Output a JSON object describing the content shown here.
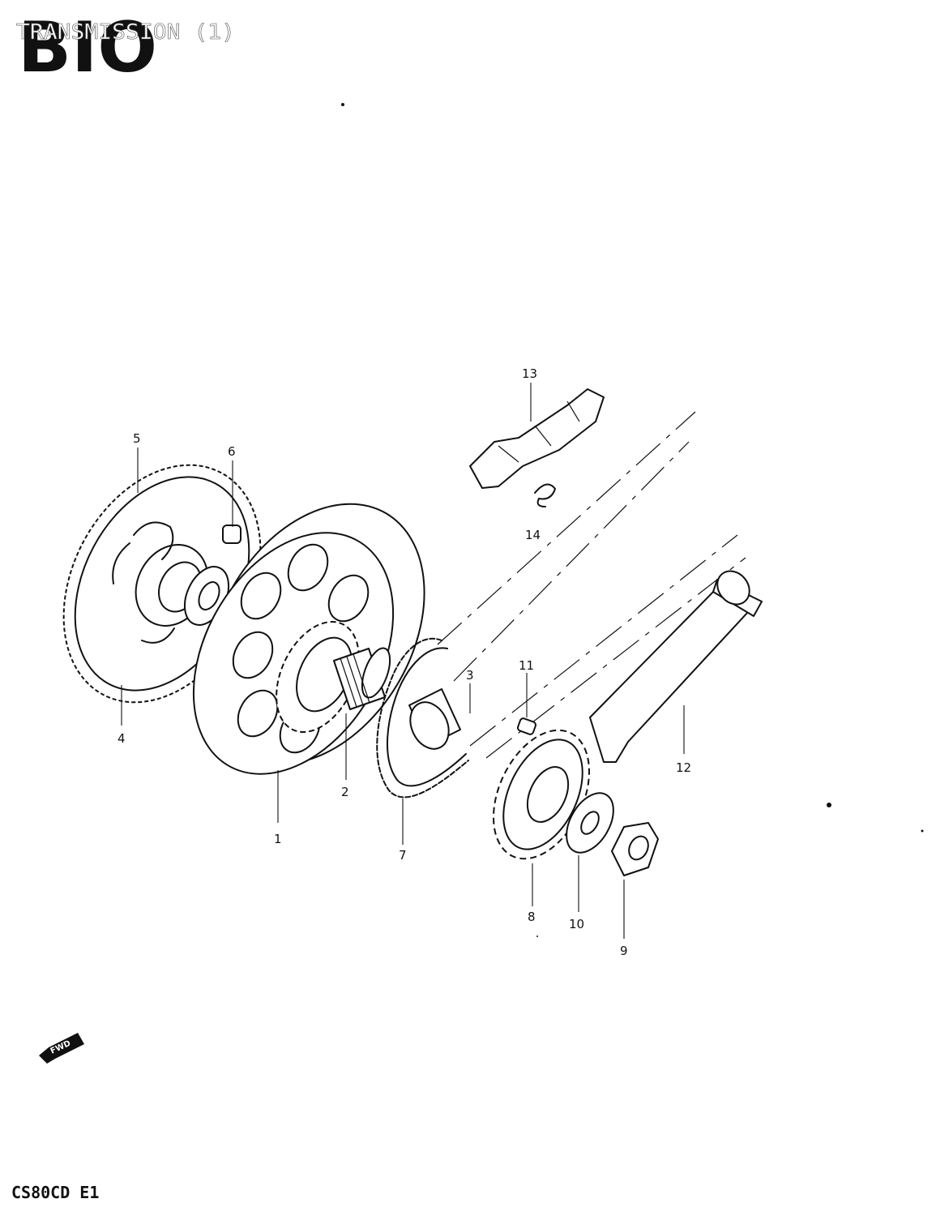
{
  "header": {
    "logo": "BIO",
    "title": "TRANSMISSION (1)"
  },
  "diagram": {
    "callouts": [
      {
        "id": "c1",
        "label": "1"
      },
      {
        "id": "c2",
        "label": "2"
      },
      {
        "id": "c3",
        "label": "3"
      },
      {
        "id": "c4",
        "label": "4"
      },
      {
        "id": "c5",
        "label": "5"
      },
      {
        "id": "c6",
        "label": "6"
      },
      {
        "id": "c7",
        "label": "7"
      },
      {
        "id": "c8",
        "label": "8"
      },
      {
        "id": "c9",
        "label": "9"
      },
      {
        "id": "c10",
        "label": "10"
      },
      {
        "id": "c11",
        "label": "11"
      },
      {
        "id": "c12",
        "label": "12"
      },
      {
        "id": "c13",
        "label": "13"
      },
      {
        "id": "c14",
        "label": "14"
      }
    ],
    "direction_badge": "FWD"
  },
  "footer": {
    "model_code": "CS80CD E1"
  }
}
